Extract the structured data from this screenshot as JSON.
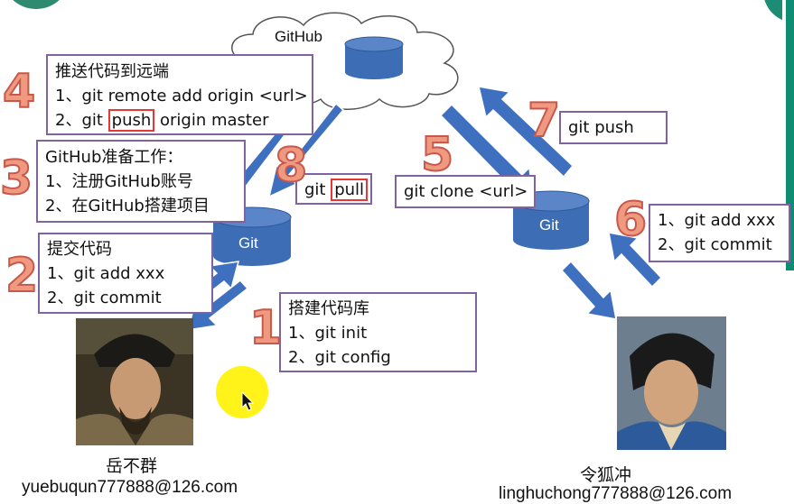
{
  "cloud": {
    "label": "GitHub"
  },
  "repos": {
    "local_label": "Git",
    "remote_label": "Git"
  },
  "steps": {
    "s1": {
      "num": "1",
      "title": "搭建代码库",
      "lines": [
        "1、git init",
        "2、git config"
      ]
    },
    "s2": {
      "num": "2",
      "title": "提交代码",
      "lines": [
        "1、git add xxx",
        "2、git commit"
      ]
    },
    "s3": {
      "num": "3",
      "title": "GitHub准备工作：",
      "lines": [
        "1、注册GitHub账号",
        "2、在GitHub搭建项目"
      ]
    },
    "s4": {
      "num": "4",
      "title": "推送代码到远端",
      "line1": "1、git remote add origin <url>",
      "line2_pre": "2、git ",
      "line2_hl": "push",
      "line2_post": " origin master"
    },
    "s5": {
      "num": "5",
      "text": "git clone <url>"
    },
    "s6": {
      "num": "6",
      "lines": [
        "1、git add xxx",
        "2、git commit"
      ]
    },
    "s7": {
      "num": "7",
      "text": "git push"
    },
    "s8": {
      "num": "8",
      "pre": "git ",
      "hl": "pull"
    }
  },
  "people": {
    "left": {
      "name": "岳不群",
      "email": "yuebuqun777888@126.com"
    },
    "right": {
      "name": "令狐冲",
      "email": "linghuchong777888@126.com"
    }
  },
  "colors": {
    "arrow": "#3f6fbf",
    "arrow_stroke": "#ffffff",
    "box_border": "#8064a2",
    "step_number": "#ef9a80",
    "highlight": "#e53935",
    "cursor_halo": "#fff200"
  }
}
